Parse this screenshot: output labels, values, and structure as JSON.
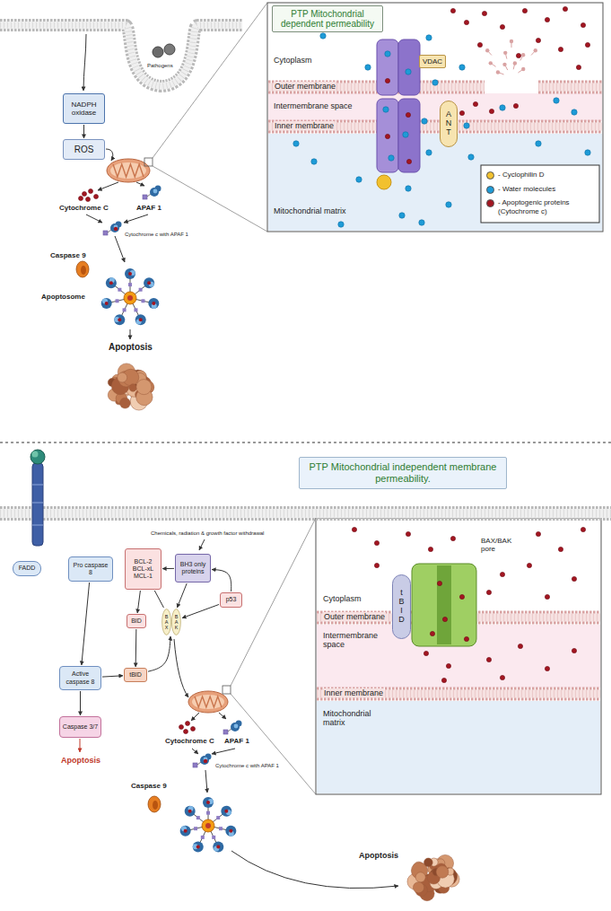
{
  "diagram": {
    "nodes": [
      {
        "text": [
          "PTP Mitochondrial dependent permeability"
        ]
      },
      {
        "text": [
          "NADPH oxidase"
        ]
      },
      {
        "text": [
          "ROS"
        ]
      },
      {
        "text": [
          "VDAC"
        ]
      },
      {
        "text": [
          "ANT"
        ]
      },
      {
        "text": [
          "PTP Mitochondrial independent membrane permeability."
        ]
      },
      {
        "text": [
          "FADD"
        ]
      },
      {
        "text": [
          "Pro caspase 8"
        ]
      },
      {
        "text": [
          "BCL-2 BCL-xL MCL-1"
        ]
      },
      {
        "text": [
          "BH3 only proteins"
        ]
      },
      {
        "text": [
          "p53"
        ]
      },
      {
        "text": [
          "BAX",
          "BAK"
        ]
      },
      {
        "text": [
          "BID"
        ]
      },
      {
        "text": [
          "tBID"
        ]
      },
      {
        "text": [
          "Active caspase 8"
        ]
      },
      {
        "text": [
          "Caspase 3/7"
        ]
      },
      {
        "text": [
          "tBID"
        ]
      }
    ],
    "edges": [
      {
        "from": 1,
        "to": 2,
        "arrow": "to"
      },
      {
        "from": 7,
        "to": 14,
        "arrow": "to"
      },
      {
        "from": 14,
        "to": 15,
        "arrow": "to"
      },
      {
        "from": 14,
        "to": 13,
        "arrow": "to"
      },
      {
        "from": 8,
        "to": 12,
        "arrow": "to"
      },
      {
        "from": 12,
        "to": 13,
        "arrow": "to"
      },
      {
        "from": 9,
        "to": 8,
        "arrow": "to"
      },
      {
        "from": 8,
        "to": 11,
        "arrow": "none"
      },
      {
        "from": 9,
        "to": 11,
        "arrow": "to"
      },
      {
        "from": 10,
        "to": 9,
        "arrow": "to"
      },
      {
        "from": 10,
        "to": 11,
        "arrow": "to"
      },
      {
        "from": 13,
        "to": 11,
        "arrow": "to"
      }
    ],
    "labels": [
      "Pathogens",
      "Cytochrome C",
      "APAF 1",
      "Cytochrome c with APAF 1",
      "Caspase 9",
      "Apoptosome",
      "Apoptosis",
      "Cytoplasm",
      "Outer membrane",
      "Intermembrane space",
      "Inner membrane",
      "Mitochondrial matrix",
      "Chemicals, radiation & growth factor withdrawal",
      "Apoptosis",
      "Cytochrome C",
      "APAF 1",
      "Cytochrome c with APAF 1",
      "Caspase 9",
      "BAX/BAK pore",
      "Cytoplasm",
      "Outer membrane",
      "Intermembrane space",
      "Inner membrane",
      "Mitochondrial matrix",
      "Apoptosis"
    ],
    "legend": [
      {
        "text": "- Cyclophilin D",
        "color": "#f2c12e"
      },
      {
        "text": "- Water molecules",
        "color": "#1e9bd7"
      },
      {
        "text": "- Apoptogenic proteins (Cytochrome c)",
        "color": "#a31621"
      }
    ]
  }
}
